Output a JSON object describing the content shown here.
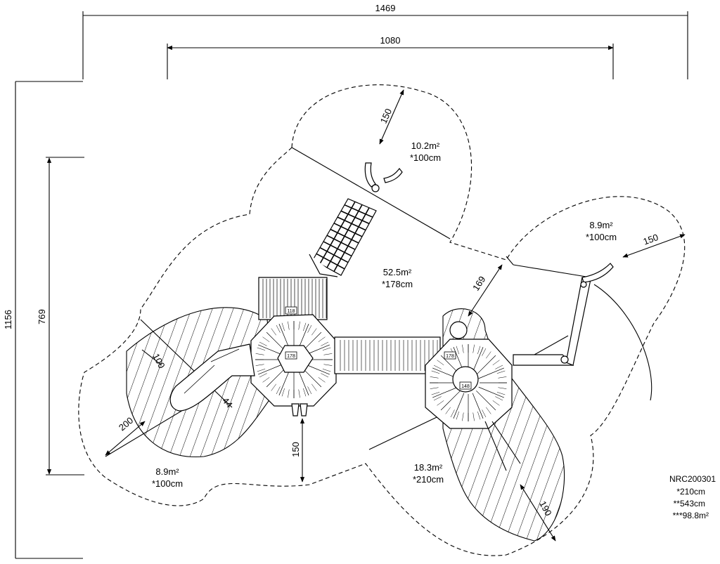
{
  "dimensions": {
    "overall_width": "1469",
    "inner_width": "1080",
    "overall_depth": "1156",
    "inner_depth": "769",
    "clearance_top": "150",
    "clearance_right": "150",
    "clearance_left": "200",
    "clearance_bottom": "150",
    "clearance_right_bottom": "190",
    "clearance_mid": "169",
    "slide_width": "44",
    "slide_offset": "100"
  },
  "zones": [
    {
      "area": "10.2m²",
      "fall": "*100cm"
    },
    {
      "area": "8.9m²",
      "fall": "*100cm"
    },
    {
      "area": "52.5m²",
      "fall": "*178cm"
    },
    {
      "area": "8.9m²",
      "fall": "*100cm"
    },
    {
      "area": "18.3m²",
      "fall": "*210cm"
    }
  ],
  "tower_labels": [
    "118",
    "178",
    "178",
    "148"
  ],
  "product": {
    "code": "NRC200301",
    "spec_1": "*210cm",
    "spec_2": "**543cm",
    "spec_3": "***98.8m²"
  }
}
